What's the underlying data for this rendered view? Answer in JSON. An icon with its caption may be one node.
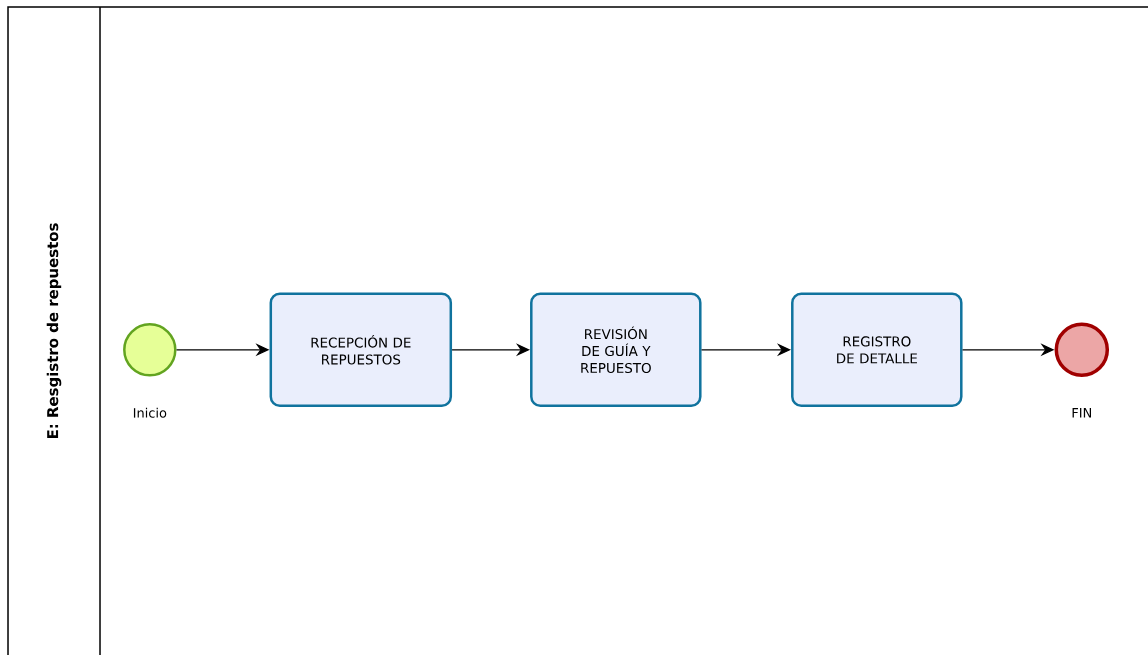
{
  "diagram": {
    "nodes": [
      {
        "text": [
          "E: Resgistro de repuestos"
        ]
      },
      {
        "text": [],
        "shape": "circle",
        "beside": [
          "Inicio"
        ],
        "in": 0
      },
      {
        "text": [
          "RECEPCIÓN DE REPUESTOS"
        ],
        "in": 0
      },
      {
        "text": [
          "REVISIÓN DE GUÍA Y REPUESTO"
        ],
        "in": 0
      },
      {
        "text": [
          "REGISTRO DE DETALLE"
        ],
        "in": 0
      },
      {
        "text": [],
        "shape": "circle",
        "beside": [
          "FIN"
        ],
        "in": 0
      }
    ],
    "edges": [
      {
        "from": 1,
        "to": 2,
        "arrow": "to"
      },
      {
        "from": 2,
        "to": 3,
        "arrow": "to"
      },
      {
        "from": 3,
        "to": 4,
        "arrow": "to"
      },
      {
        "from": 4,
        "to": 5,
        "arrow": "to"
      }
    ]
  }
}
